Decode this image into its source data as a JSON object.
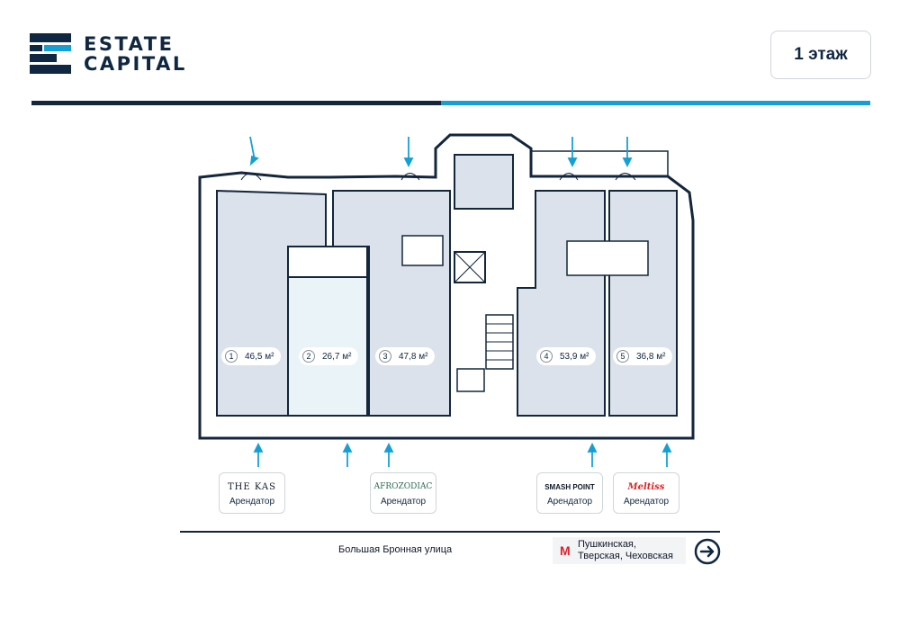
{
  "brand": {
    "line1": "ESTATE",
    "line2": "CAPITAL"
  },
  "floor_label": "1 этаж",
  "units": [
    {
      "num": "1",
      "area": "46,5 м²"
    },
    {
      "num": "2",
      "area": "26,7 м²"
    },
    {
      "num": "3",
      "area": "47,8 м²"
    },
    {
      "num": "4",
      "area": "53,9 м²"
    },
    {
      "num": "5",
      "area": "36,8 м²"
    }
  ],
  "tenants": [
    {
      "brand": "THE KAS",
      "role": "Арендатор"
    },
    {
      "brand": "AFROZODIAC",
      "role": "Арендатор"
    },
    {
      "brand": "SMASH POINT",
      "role": "Арендатор"
    },
    {
      "brand": "Meltiss",
      "role": "Арендатор"
    }
  ],
  "street": "Большая Бронная улица",
  "metro": {
    "line1": "Пушкинская,",
    "line2": "Тверская, Чеховская"
  },
  "colors": {
    "navy": "#0f2741",
    "accent": "#14a0d5",
    "room": "#dbe2eb",
    "room_selected": "#e9f3f8",
    "wall": "#13263b"
  }
}
